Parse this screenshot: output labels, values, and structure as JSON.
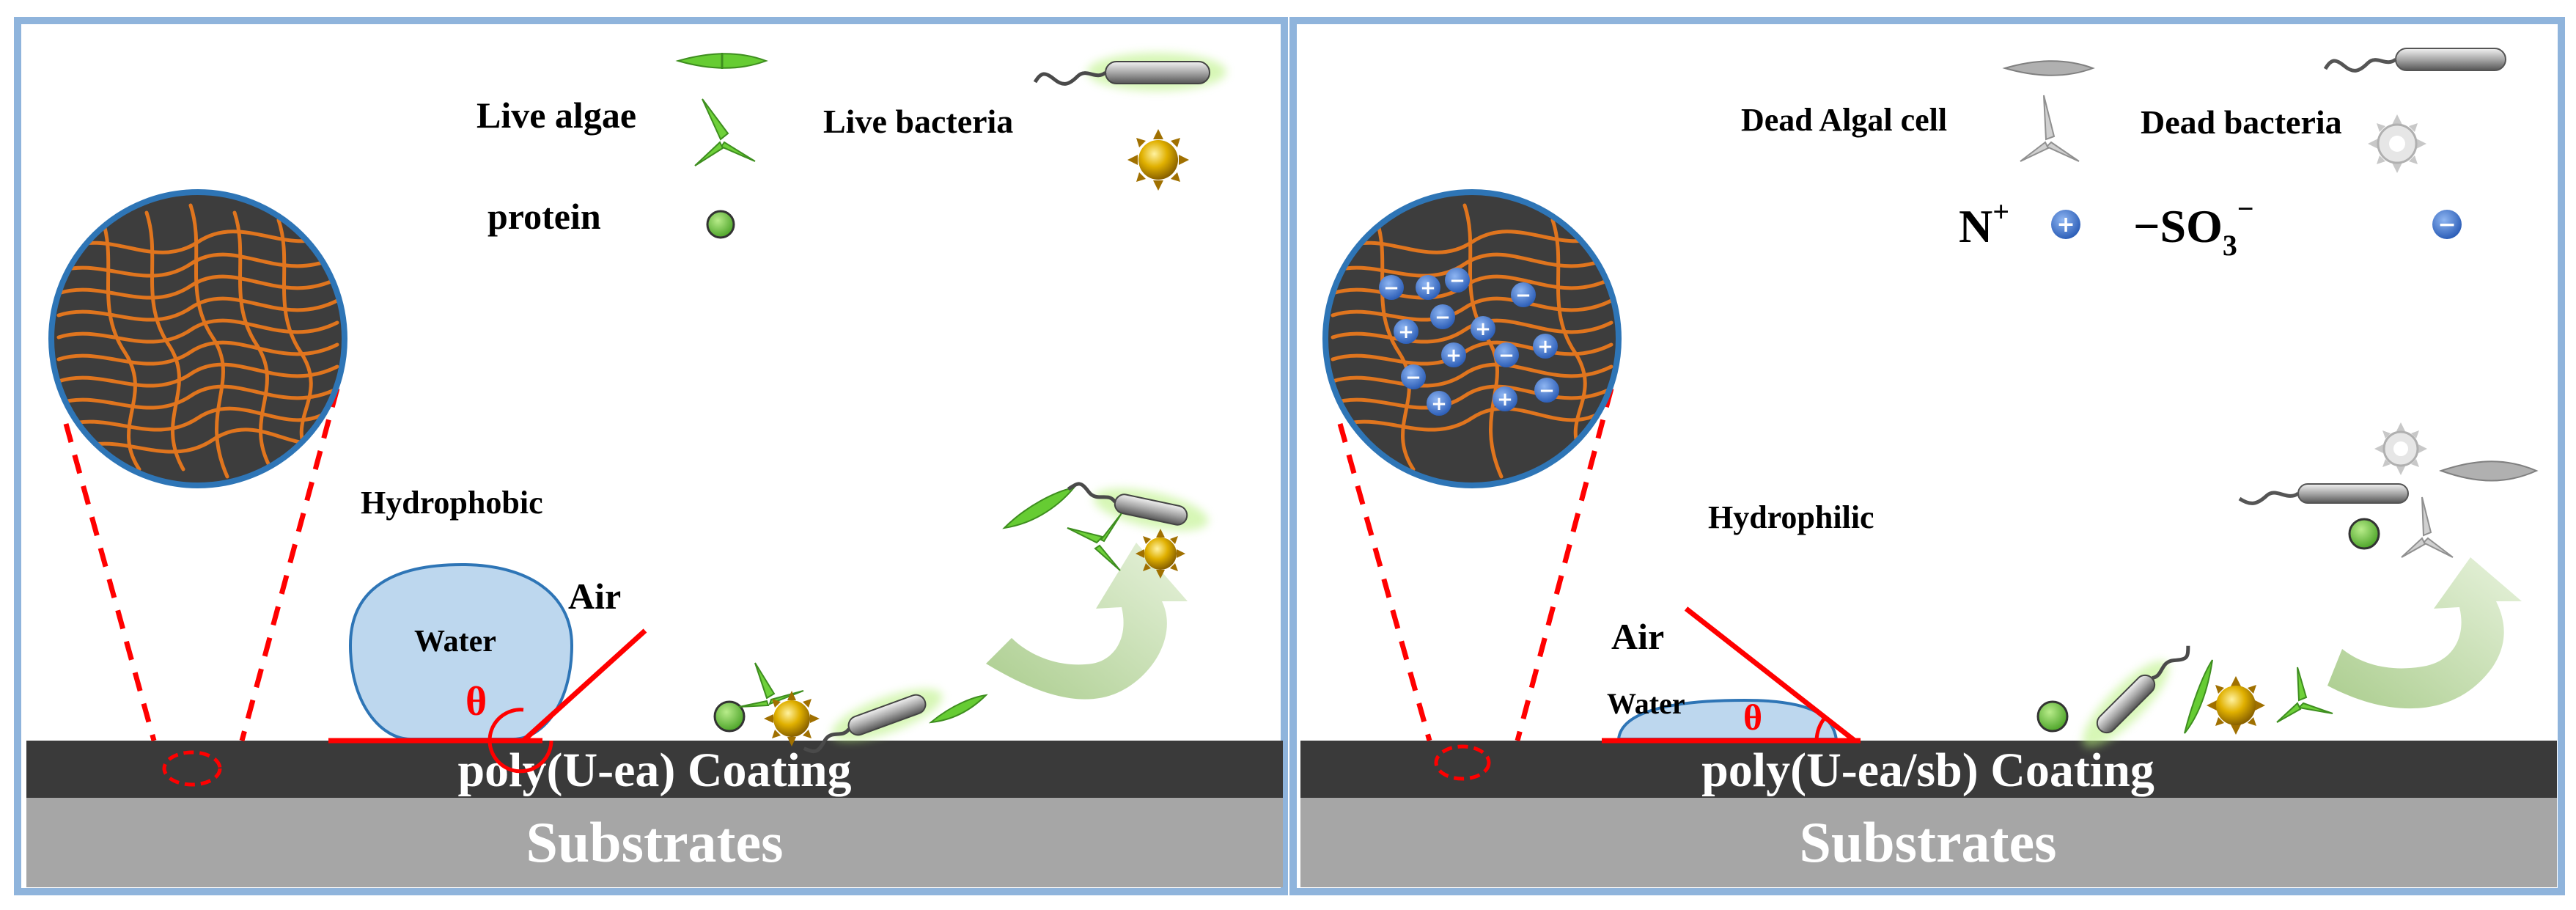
{
  "panels": [
    {
      "id": "left",
      "live_algae": "Live algae",
      "live_bacteria": "Live bacteria",
      "protein": "protein",
      "surface_property": "Hydrophobic",
      "air": "Air",
      "water": "Water",
      "theta": "θ",
      "coating": "poly(U-ea) Coating",
      "substrate": "Substrates"
    },
    {
      "id": "right",
      "dead_algal_cell": "Dead Algal cell",
      "dead_bacteria": "Dead bacteria",
      "cation": "N",
      "cation_charge": "+",
      "anion_dash": "−SO",
      "anion_sub": "3",
      "anion_charge": "−",
      "surface_property": "Hydrophilic",
      "air": "Air",
      "water": "Water",
      "theta": "θ",
      "coating": "poly(U-ea/sb) Coating",
      "substrate": "Substrates"
    }
  ],
  "colors": {
    "frame": "#8fb4dc",
    "coating": "#3a3a3a",
    "substrate": "#a6a6a6",
    "water_drop": "#bdd7ee",
    "contact_angle": "#ff0000",
    "fiber": "#e0751e",
    "algae_live": "#66cc33",
    "bacteria_gold": "#d9a400",
    "ion": "#3a6fc7"
  }
}
